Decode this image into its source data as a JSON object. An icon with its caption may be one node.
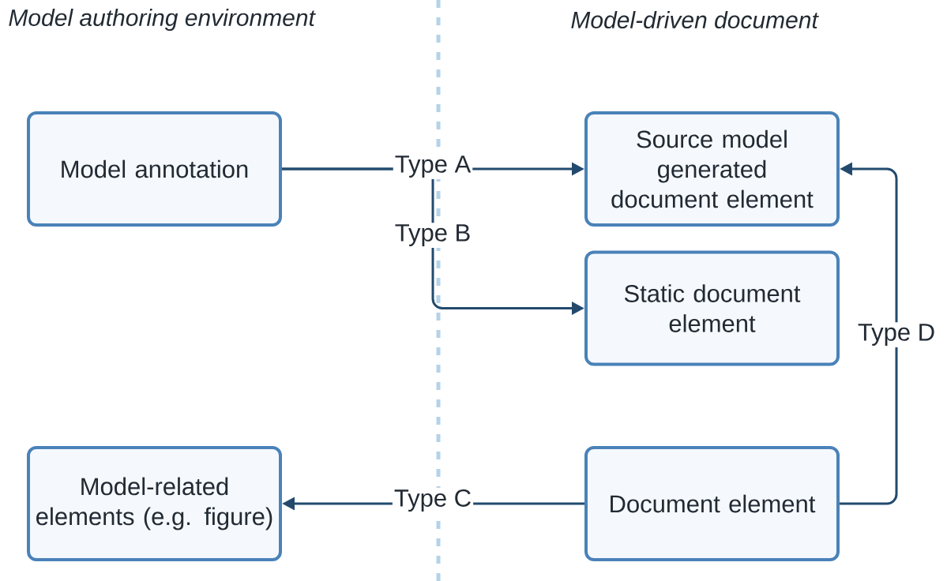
{
  "diagram": {
    "nodes": [
      {
        "text": [
          "Model annotation"
        ]
      },
      {
        "text": [
          "Source model generated document element"
        ]
      },
      {
        "text": [
          "Static document element"
        ]
      },
      {
        "text": [
          "Model-related elements (e.g. figure)"
        ]
      },
      {
        "text": [
          "Document element"
        ]
      }
    ],
    "edges": [
      {
        "from": 0,
        "to": 1,
        "arrow": "to",
        "label": "Type A"
      },
      {
        "from": 0,
        "to": 2,
        "arrow": "to",
        "label": "Type B"
      },
      {
        "from": 4,
        "to": 3,
        "arrow": "to",
        "label": "Type C"
      },
      {
        "from": 4,
        "to": 1,
        "arrow": "to",
        "label": "Type D"
      }
    ],
    "labels": [
      "Model authoring environment",
      "Model-driven document"
    ]
  }
}
